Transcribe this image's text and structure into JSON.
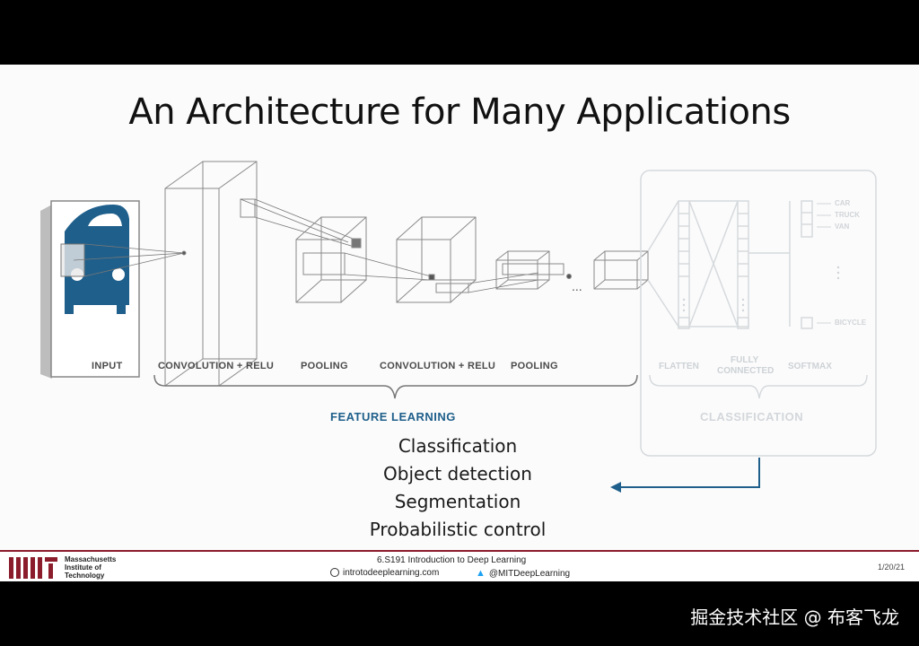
{
  "slide": {
    "title": "An Architecture for Many Applications",
    "stage_labels": {
      "input": "INPUT",
      "conv1": "CONVOLUTION + RELU",
      "pool1": "POOLING",
      "conv2": "CONVOLUTION + RELU",
      "pool2": "POOLING",
      "flatten": "FLATTEN",
      "fully_1": "FULLY",
      "fully_2": "CONNECTED",
      "softmax": "SOFTMAX"
    },
    "group_labels": {
      "feature": "FEATURE LEARNING",
      "classification": "CLASSIFICATION"
    },
    "output_classes": [
      "CAR",
      "TRUCK",
      "VAN",
      "BICYCLE"
    ],
    "ellipsis": "...",
    "applications": [
      "Classification",
      "Object detection",
      "Segmentation",
      "Probabilistic control"
    ],
    "colors": {
      "car": "#1f5f8b",
      "arrow": "#1f5f8b",
      "mit_red": "#8a1c2b"
    }
  },
  "footer": {
    "institute": [
      "Massachusetts",
      "Institute of",
      "Technology"
    ],
    "course": "6.S191 Introduction to Deep Learning",
    "website": "introtodeeplearning.com",
    "twitter": "@MITDeepLearning",
    "date": "1/20/21",
    "icons": [
      "mit-logo-icon",
      "globe-icon",
      "twitter-icon"
    ]
  },
  "watermark": "掘金技术社区 @ 布客飞龙"
}
